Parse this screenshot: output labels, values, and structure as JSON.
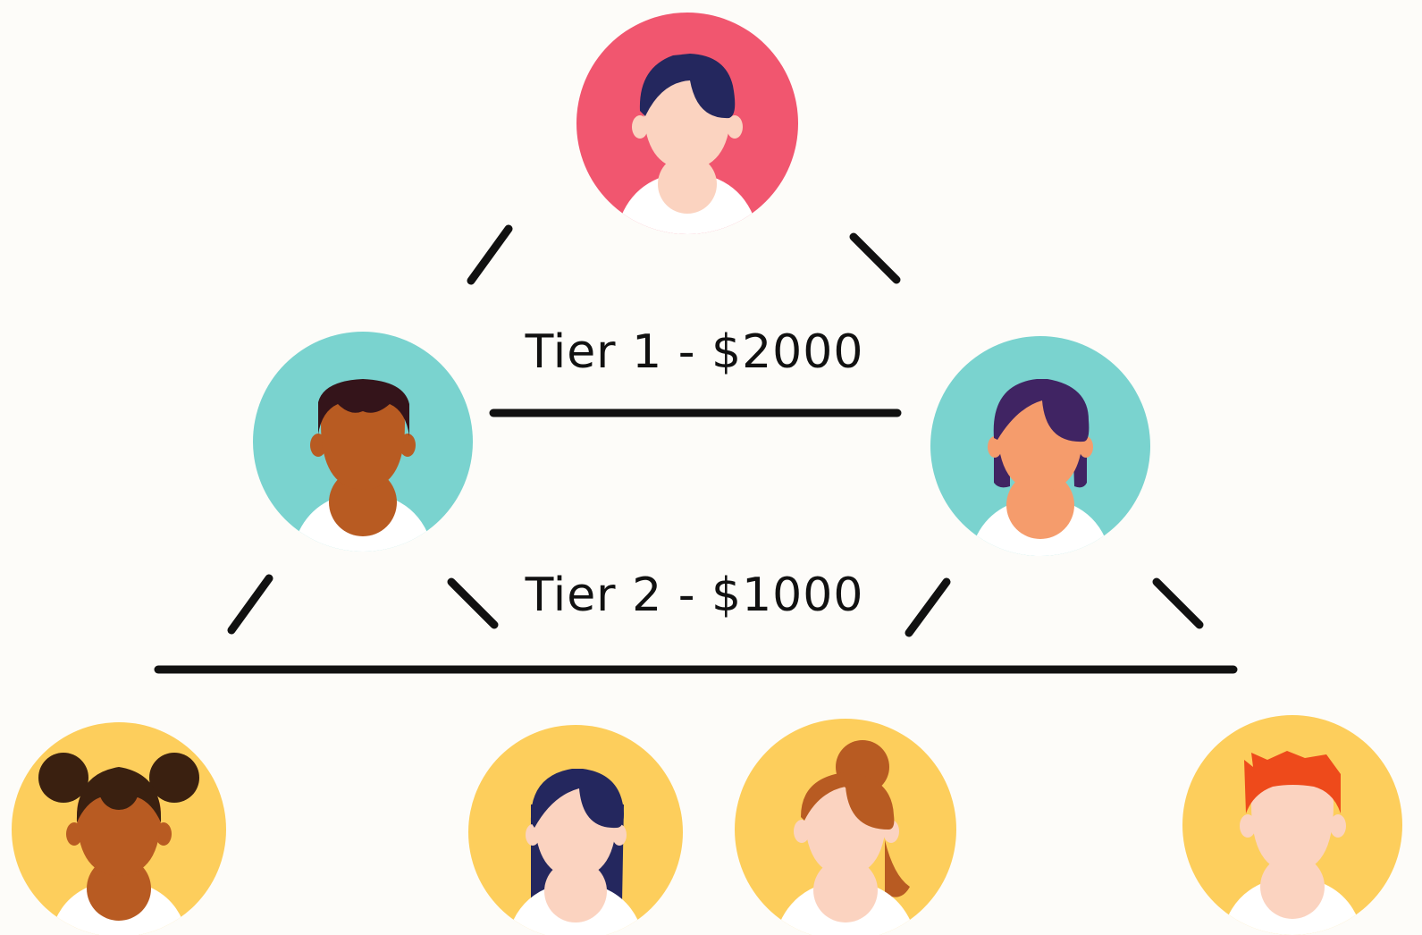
{
  "tiers": [
    {
      "label": "Tier 1 - $2000"
    },
    {
      "label": "Tier 2 - $1000"
    }
  ],
  "colors": {
    "background": "#fdfcf9",
    "top_circle": "#f1566f",
    "tier1_circle": "#7ad3cf",
    "tier2_circle": "#fdce5c",
    "line": "#111111",
    "shirt": "#ffffff"
  },
  "people": [
    {
      "role": "top",
      "circle": "#f1566f",
      "skin": "#fbd3c0",
      "hair": "#24275e",
      "style": "short"
    },
    {
      "role": "tier1-left",
      "circle": "#7ad3cf",
      "skin": "#b85b22",
      "hair": "#34141a",
      "style": "crop"
    },
    {
      "role": "tier1-right",
      "circle": "#7ad3cf",
      "skin": "#f59c6c",
      "hair": "#402463",
      "style": "bob"
    },
    {
      "role": "tier2-1",
      "circle": "#fdce5c",
      "skin": "#b85b22",
      "hair": "#3a2010",
      "style": "buns"
    },
    {
      "role": "tier2-2",
      "circle": "#fdce5c",
      "skin": "#fbd3c0",
      "hair": "#24275e",
      "style": "long"
    },
    {
      "role": "tier2-3",
      "circle": "#fdce5c",
      "skin": "#fbd3c0",
      "hair": "#b85b22",
      "style": "topknot"
    },
    {
      "role": "tier2-4",
      "circle": "#fdce5c",
      "skin": "#fbd3c0",
      "hair": "#ee4a1b",
      "style": "spiky"
    }
  ]
}
